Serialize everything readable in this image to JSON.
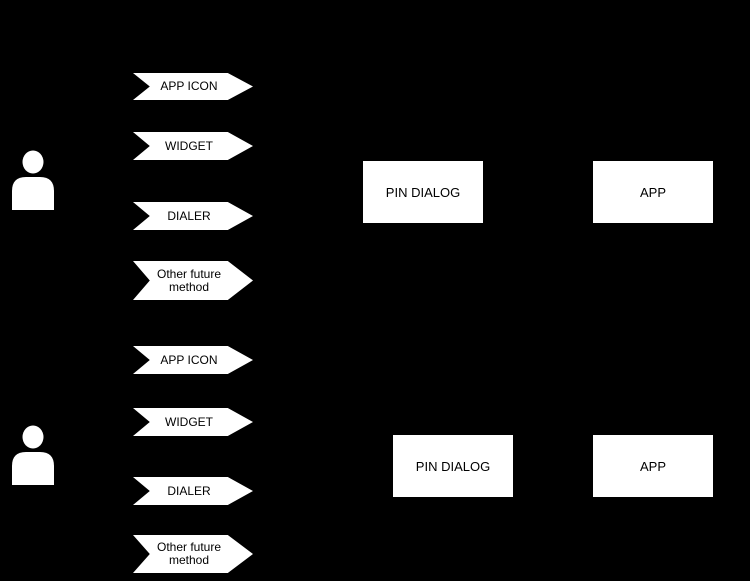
{
  "colors": {
    "background": "#000000",
    "shape_fill": "#ffffff",
    "shape_text": "#000000"
  },
  "flows": [
    {
      "actor": "person",
      "methods": [
        "APP ICON",
        "WIDGET",
        "DIALER",
        "Other future method"
      ],
      "pin_dialog_label": "PIN DIALOG",
      "app_label": "APP"
    },
    {
      "actor": "person",
      "methods": [
        "APP ICON",
        "WIDGET",
        "DIALER",
        "Other future method"
      ],
      "pin_dialog_label": "PIN DIALOG",
      "app_label": "APP"
    }
  ]
}
